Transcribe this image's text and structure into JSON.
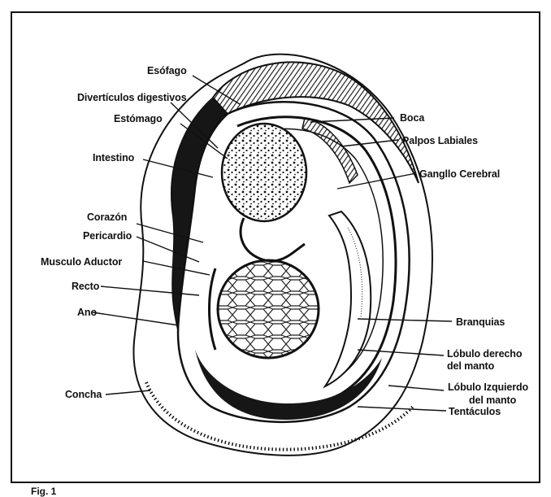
{
  "labels": {
    "esofago": "Esófago",
    "diverticulos": "Divertículos digestivos",
    "estomago": "Estómago",
    "intestino": "Intestino",
    "corazon": "Corazón",
    "pericardio": "Pericardio",
    "musculo_aductor": "Musculo Aductor",
    "recto": "Recto",
    "ano": "Ano",
    "concha": "Concha",
    "boca": "Boca",
    "palpos_labiales": "Palpos Labiales",
    "ganglio_cerebral": "Gangllo Cerebral",
    "branquias": "Branquias",
    "lobulo_derecho_1": "Lóbulo derecho",
    "lobulo_derecho_2": "del manto",
    "lobulo_izquierdo_1": "Lóbulo Izquierdo",
    "lobulo_izquierdo_2": "del manto",
    "tentaculos": "Tentáculos"
  },
  "caption": "Fig. 1",
  "colors": {
    "ink": "#111111",
    "shell": "#1a1a1a",
    "paper": "#ffffff"
  }
}
